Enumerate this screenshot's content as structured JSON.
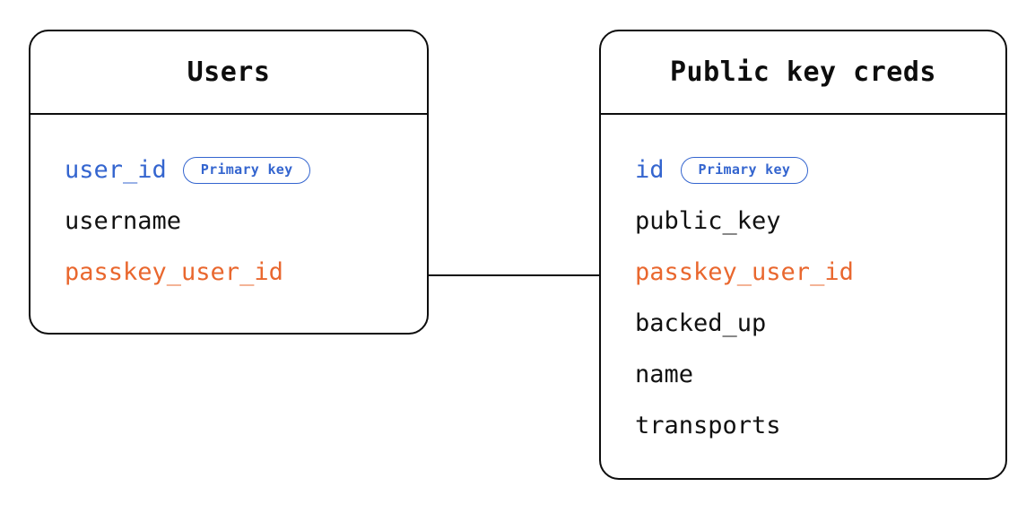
{
  "diagram": {
    "type": "entity-relationship-diagram",
    "background_color": "#ffffff",
    "border_color": "#0d0d0d",
    "colors": {
      "primary_key_blue": "#3465cf",
      "foreign_key_orange": "#e9672e",
      "text_black": "#111111",
      "badge_border": "#3465cf"
    },
    "entities": [
      {
        "id": "users",
        "title": "Users",
        "fields": [
          {
            "name": "user_id",
            "style": "key",
            "badge": "Primary key"
          },
          {
            "name": "username",
            "style": "plain",
            "badge": null
          },
          {
            "name": "passkey_user_id",
            "style": "fk",
            "badge": null
          }
        ]
      },
      {
        "id": "public-key-creds",
        "title": "Public key creds",
        "fields": [
          {
            "name": "id",
            "style": "key",
            "badge": "Primary key"
          },
          {
            "name": "public_key",
            "style": "plain",
            "badge": null
          },
          {
            "name": "passkey_user_id",
            "style": "fk",
            "badge": null
          },
          {
            "name": "backed_up",
            "style": "plain",
            "badge": null
          },
          {
            "name": "name",
            "style": "plain",
            "badge": null
          },
          {
            "name": "transports",
            "style": "plain",
            "badge": null
          }
        ]
      }
    ],
    "relationship": {
      "from_entity": "users",
      "from_field": "passkey_user_id",
      "to_entity": "public-key-creds",
      "to_field": "passkey_user_id",
      "line_color": "#0d0d0d"
    }
  }
}
